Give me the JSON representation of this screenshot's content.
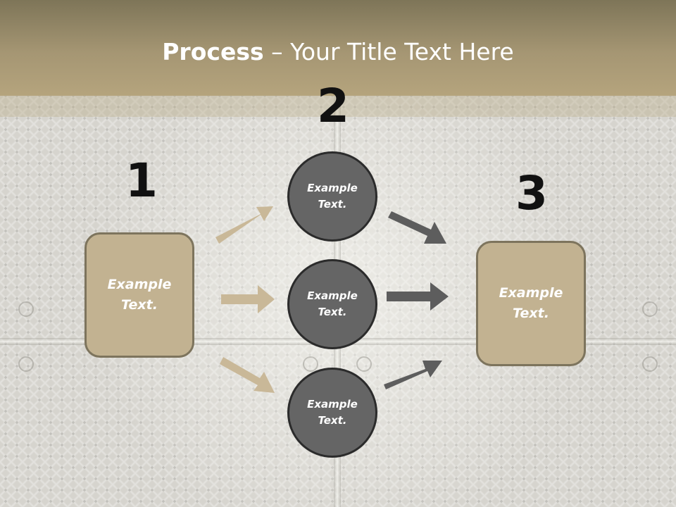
{
  "slide": {
    "title_bold": "Process",
    "title_rest": " – Your Title Text Here",
    "step_numbers": [
      "1",
      "2",
      "3"
    ],
    "left_box_text": "Example\nText.",
    "right_box_text": "Example\nText.",
    "circles": [
      {
        "text": "Example\nText."
      },
      {
        "text": "Example\nText."
      },
      {
        "text": "Example\nText."
      }
    ]
  },
  "colors": {
    "header": "#a59673",
    "box_fill": "#c2b291",
    "box_border": "#7d745d",
    "circle_fill": "#656565",
    "circle_border": "#2b2b2b",
    "arrow_tan": "#c9b898",
    "arrow_gray": "#5d5d5d"
  }
}
